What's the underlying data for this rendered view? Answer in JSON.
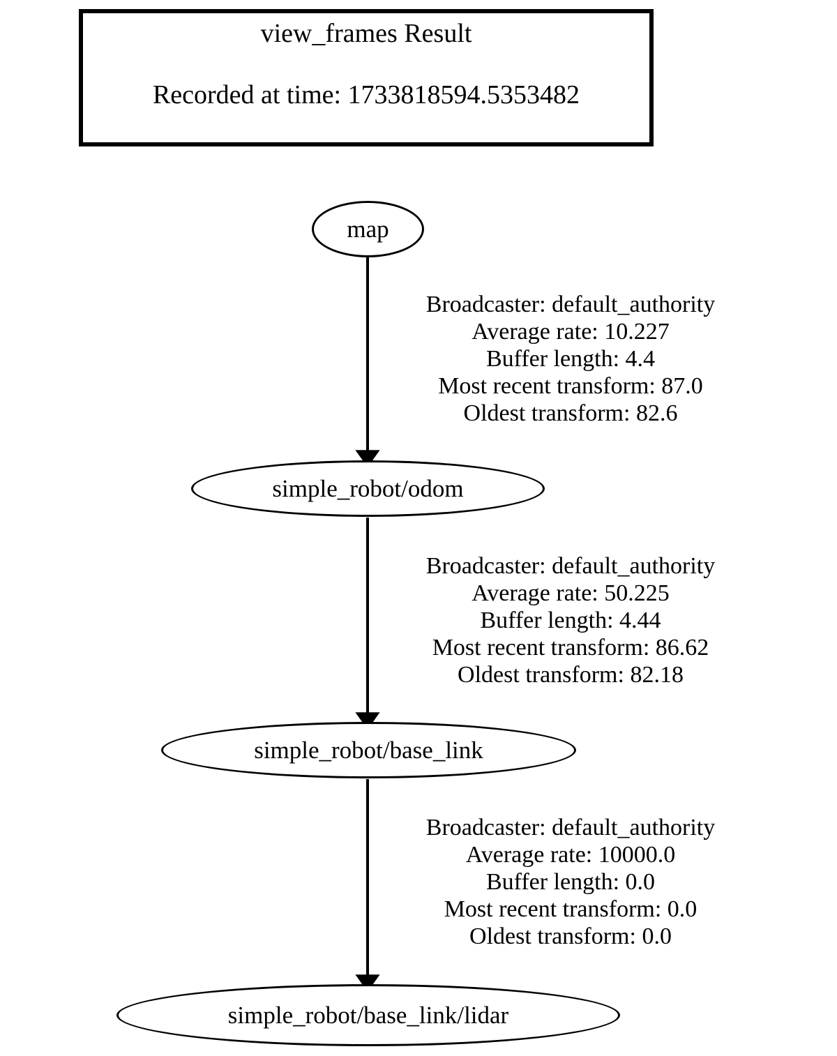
{
  "header": {
    "title": "view_frames Result",
    "recorded_at": "Recorded at time: 1733818594.5353482"
  },
  "graph": {
    "type": "tf-tree",
    "orientation": "top-down",
    "node_shape": "ellipse",
    "background_color": "#ffffff",
    "line_color": "#000000",
    "nodes": [
      {
        "id": "map",
        "label": "map"
      },
      {
        "id": "simple_robot/odom",
        "label": "simple_robot/odom"
      },
      {
        "id": "simple_robot/base_link",
        "label": "simple_robot/base_link"
      },
      {
        "id": "simple_robot/base_link/lidar",
        "label": "simple_robot/base_link/lidar"
      }
    ],
    "edges": [
      {
        "from": "map",
        "to": "simple_robot/odom",
        "broadcaster": "Broadcaster: default_authority",
        "average_rate": "Average rate: 10.227",
        "buffer_length": "Buffer length: 4.4",
        "most_recent_transform": "Most recent transform: 87.0",
        "oldest_transform": "Oldest transform: 82.6"
      },
      {
        "from": "simple_robot/odom",
        "to": "simple_robot/base_link",
        "broadcaster": "Broadcaster: default_authority",
        "average_rate": "Average rate: 50.225",
        "buffer_length": "Buffer length: 4.44",
        "most_recent_transform": "Most recent transform: 86.62",
        "oldest_transform": "Oldest transform: 82.18"
      },
      {
        "from": "simple_robot/base_link",
        "to": "simple_robot/base_link/lidar",
        "broadcaster": "Broadcaster: default_authority",
        "average_rate": "Average rate: 10000.0",
        "buffer_length": "Buffer length: 0.0",
        "most_recent_transform": "Most recent transform: 0.0",
        "oldest_transform": "Oldest transform: 0.0"
      }
    ]
  }
}
